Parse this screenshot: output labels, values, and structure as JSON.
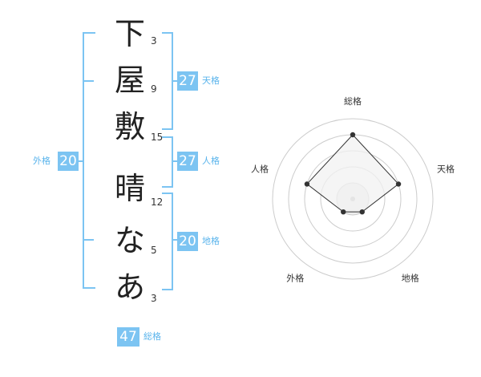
{
  "name": {
    "chars": [
      {
        "char": "下",
        "strokes": "3"
      },
      {
        "char": "屋",
        "strokes": "9"
      },
      {
        "char": "敷",
        "strokes": "15"
      },
      {
        "char": "晴",
        "strokes": "12"
      },
      {
        "char": "な",
        "strokes": "5"
      },
      {
        "char": "あ",
        "strokes": "3"
      }
    ]
  },
  "kaku": {
    "tenkaku": {
      "value": "27",
      "label": "天格"
    },
    "jinkaku": {
      "value": "27",
      "label": "人格"
    },
    "chikaku": {
      "value": "20",
      "label": "地格"
    },
    "gaikaku": {
      "value": "20",
      "label": "外格"
    },
    "soukaku": {
      "value": "47",
      "label": "総格"
    }
  },
  "chart_data": {
    "type": "radar",
    "axes": [
      "総格",
      "天格",
      "地格",
      "外格",
      "人格"
    ],
    "values": [
      4,
      3,
      1,
      1,
      3
    ],
    "max": 5,
    "rings": 5,
    "colors": {
      "fill": "#f2f2f2",
      "line": "#333333",
      "point": "#333333",
      "ring": "#cccccc"
    }
  }
}
